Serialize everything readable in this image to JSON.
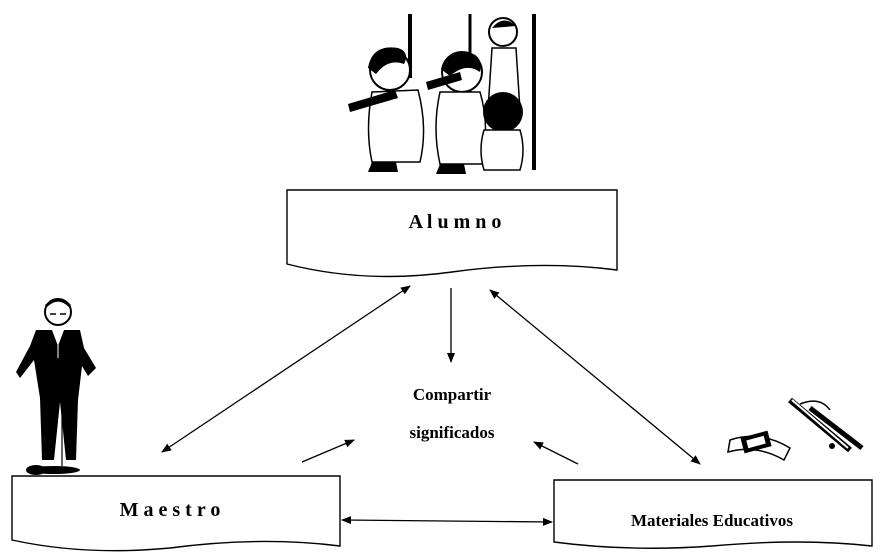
{
  "nodes": {
    "alumno": {
      "label": "A l u m n o"
    },
    "maestro": {
      "label": "M a e s t r o"
    },
    "materiales": {
      "label": "Materiales Educativos"
    }
  },
  "center": {
    "line1": "Compartir",
    "line2": "significados"
  }
}
